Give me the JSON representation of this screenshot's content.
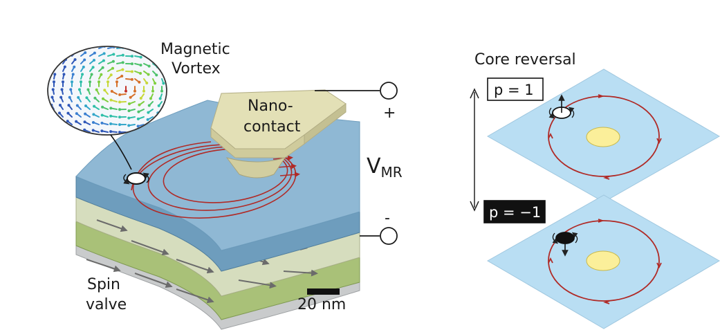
{
  "labels": {
    "magnetic": "Magnetic",
    "vortex": "Vortex",
    "nano": "Nano-",
    "contact": "contact",
    "plus": "+",
    "minus": "-",
    "vmr_main": "V",
    "vmr_sub": "MR",
    "spin": "Spin",
    "valve": "valve",
    "scale": "20 nm",
    "core_reversal": "Core reversal",
    "p_plus": "p = 1",
    "p_minus": "p = −1"
  },
  "colors": {
    "top_layer": "#8fb8d4",
    "top_layer_side": "#6e9dbd",
    "middle_layer": "#b9c98a",
    "bottom_layer": "#9eb86a",
    "nano_contact": "#e3e0b6",
    "orbit": "#b02a26",
    "plane": "#b9def3",
    "core": "#fbef9a"
  }
}
